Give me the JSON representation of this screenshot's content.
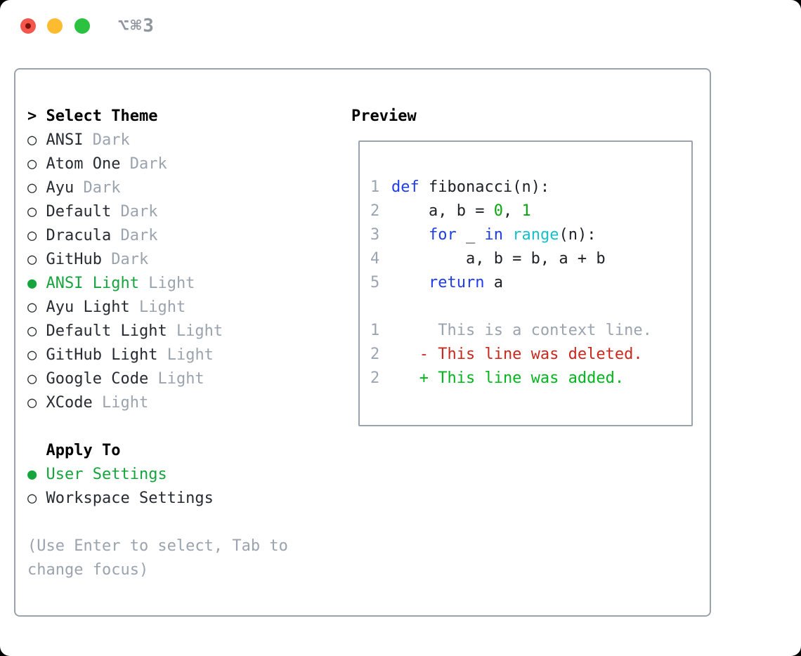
{
  "window": {
    "shortcut": "⌥⌘3",
    "traffic_lights": [
      {
        "name": "close",
        "color": "#f4564c",
        "dot_color": "#7c120c"
      },
      {
        "name": "minimize",
        "color": "#fdbc2f",
        "dot_color": null
      },
      {
        "name": "zoom",
        "color": "#2ac23f",
        "dot_color": null
      }
    ]
  },
  "theme_list": {
    "cursor": ">",
    "title": "Select Theme",
    "bullet_selected": "●",
    "bullet_unselected": "○",
    "items": [
      {
        "name": "ANSI",
        "variant": "Dark",
        "selected": false
      },
      {
        "name": "Atom One",
        "variant": "Dark",
        "selected": false
      },
      {
        "name": "Ayu",
        "variant": "Dark",
        "selected": false
      },
      {
        "name": "Default",
        "variant": "Dark",
        "selected": false
      },
      {
        "name": "Dracula",
        "variant": "Dark",
        "selected": false
      },
      {
        "name": "GitHub",
        "variant": "Dark",
        "selected": false
      },
      {
        "name": "ANSI Light",
        "variant": "Light",
        "selected": true
      },
      {
        "name": "Ayu Light",
        "variant": "Light",
        "selected": false
      },
      {
        "name": "Default Light",
        "variant": "Light",
        "selected": false
      },
      {
        "name": "GitHub Light",
        "variant": "Light",
        "selected": false
      },
      {
        "name": "Google Code",
        "variant": "Light",
        "selected": false
      },
      {
        "name": "XCode",
        "variant": "Light",
        "selected": false
      }
    ]
  },
  "apply_to": {
    "title": "Apply To",
    "options": [
      {
        "label": "User Settings",
        "selected": true
      },
      {
        "label": "Workspace Settings",
        "selected": false
      }
    ]
  },
  "help": {
    "lines": [
      "(Use Enter to select, Tab to",
      "change focus)"
    ]
  },
  "preview": {
    "title": "Preview",
    "lines": [
      {
        "num": "1",
        "tokens": [
          {
            "text": "def",
            "color": "keyword"
          },
          {
            "text": " fibonacci(n):",
            "color": "plain"
          }
        ]
      },
      {
        "num": "2",
        "tokens": [
          {
            "text": "    a, b = ",
            "color": "plain"
          },
          {
            "text": "0",
            "color": "number"
          },
          {
            "text": ", ",
            "color": "plain"
          },
          {
            "text": "1",
            "color": "number"
          }
        ]
      },
      {
        "num": "3",
        "tokens": [
          {
            "text": "    ",
            "color": "plain"
          },
          {
            "text": "for",
            "color": "keyword"
          },
          {
            "text": " _ ",
            "color": "plain"
          },
          {
            "text": "in",
            "color": "keyword"
          },
          {
            "text": " ",
            "color": "plain"
          },
          {
            "text": "range",
            "color": "builtin"
          },
          {
            "text": "(n):",
            "color": "plain"
          }
        ]
      },
      {
        "num": "4",
        "tokens": [
          {
            "text": "        a, b = b, a + b",
            "color": "plain"
          }
        ]
      },
      {
        "num": "5",
        "tokens": [
          {
            "text": "    ",
            "color": "plain"
          },
          {
            "text": "return",
            "color": "keyword"
          },
          {
            "text": " a",
            "color": "plain"
          }
        ]
      },
      {
        "num": "",
        "tokens": []
      },
      {
        "num": "1",
        "tokens": [
          {
            "text": "     This is a context line.",
            "color": "context"
          }
        ]
      },
      {
        "num": "2",
        "tokens": [
          {
            "text": "   - This line was deleted.",
            "color": "deleted"
          }
        ]
      },
      {
        "num": "2",
        "tokens": [
          {
            "text": "   + This line was added.",
            "color": "added"
          }
        ]
      }
    ]
  },
  "colors": {
    "heading": "#000000",
    "text_dark": "#262b32",
    "plain": "#1d2127",
    "muted_gray": "#9aa3ae",
    "line_number": "#9ba5b2",
    "selected_green": "#16a43c",
    "keyword": "#1e3ceb",
    "builtin": "#16bfc9",
    "number": "#0aa50f",
    "context": "#9aa3ae",
    "deleted": "#c9281d",
    "added": "#00b61c",
    "shortcut_gray": "#8f969e",
    "border_gray": "#9aa2ae"
  }
}
